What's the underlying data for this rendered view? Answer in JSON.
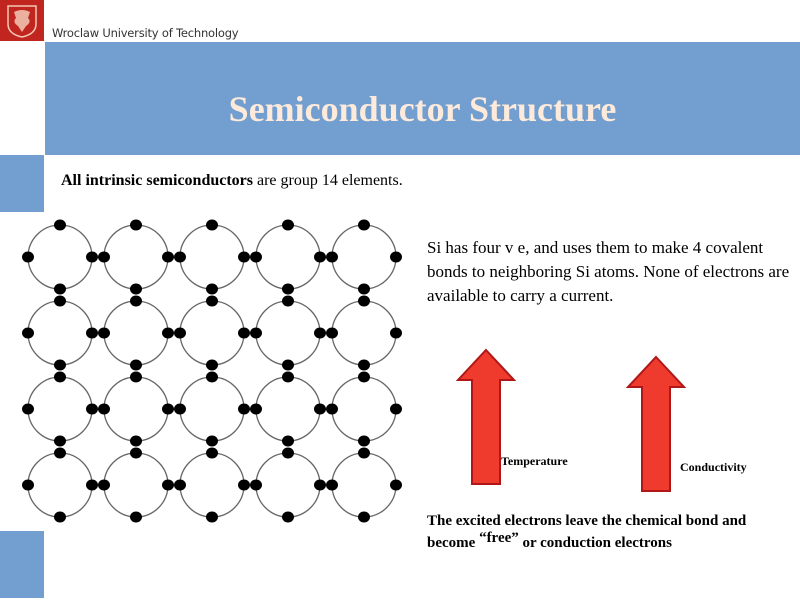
{
  "header": {
    "institution": "Wroclaw University of Technology",
    "logo_icon": "eagle-crest-icon",
    "title": "Semiconductor Structure"
  },
  "intro": {
    "bold": "All intrinsic semiconductors",
    "rest": " are group 14 elements."
  },
  "description": "Si has four v e, and uses them to make 4 covalent bonds to neighboring Si atoms. None  of electrons are  available to carry a current.",
  "arrows": [
    {
      "label": "Temperature",
      "direction": "up"
    },
    {
      "label": "Conductivity",
      "direction": "up"
    }
  ],
  "bottom": {
    "part1": "The excited electrons leave the chemical bond and become ",
    "free": "“free”",
    "part2": " or  conduction electrons"
  },
  "lattice": {
    "rows": 4,
    "cols": 5,
    "electrons_per_atom": 4
  },
  "colors": {
    "accent": "#729fcf",
    "logo_red": "#c0261f",
    "title": "#fdeada",
    "arrow_fill": "#ee3b2e",
    "arrow_stroke": "#b01818"
  }
}
